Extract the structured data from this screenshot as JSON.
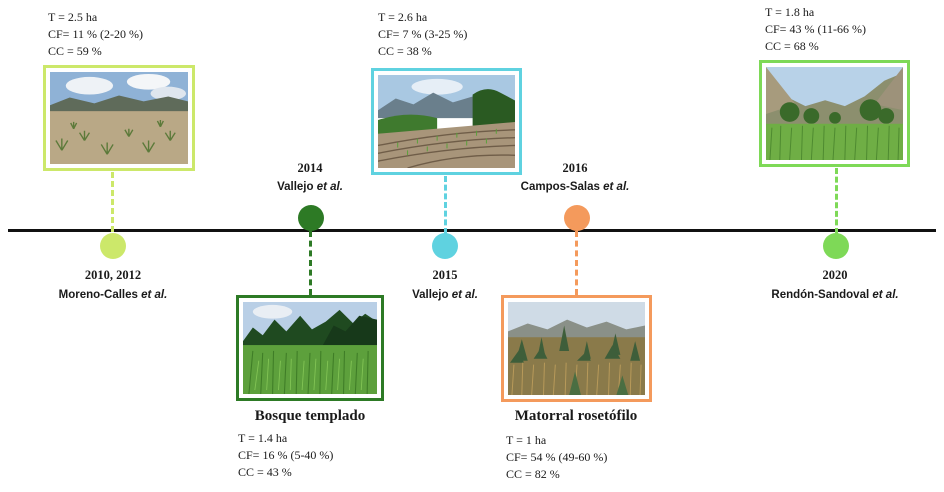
{
  "colors": {
    "e2010": "#cce86a",
    "e2014": "#2d7a25",
    "e2015": "#5fd2e0",
    "e2016": "#f49a5c",
    "e2020": "#7ed957",
    "line": "#111111"
  },
  "events": [
    {
      "id": "e2010",
      "year": "2010, 2012",
      "author": "Moreno-Calles",
      "etal": "et al.",
      "stats": [
        "T = 2.5 ha",
        "CF= 11 % (2-20 %)",
        "CC = 59 %"
      ],
      "photo_icon": "agave-field-photo"
    },
    {
      "id": "e2014",
      "year": "2014",
      "author": "Vallejo",
      "etal": "et al.",
      "vegetation": "Bosque templado",
      "stats": [
        "T = 1.4 ha",
        "CF= 16 % (5-40 %)",
        "CC = 43 %"
      ],
      "photo_icon": "maize-forest-photo"
    },
    {
      "id": "e2015",
      "year": "2015",
      "author": "Vallejo",
      "etal": "et al.",
      "stats": [
        "T = 2.6 ha",
        "CF= 7 % (3-25 %)",
        "CC = 38 %"
      ],
      "photo_icon": "furrowed-field-photo"
    },
    {
      "id": "e2016",
      "year": "2016",
      "author": "Campos-Salas",
      "etal": "et al.",
      "vegetation": "Matorral rosetófilo",
      "stats": [
        "T = 1 ha",
        "CF= 54 % (49-60 %)",
        "CC = 82 %"
      ],
      "photo_icon": "rosette-scrub-photo"
    },
    {
      "id": "e2020",
      "year": "2020",
      "author": "Rendón-Sandoval",
      "etal": "et al.",
      "stats": [
        "T = 1.8 ha",
        "CF= 43 % (11-66 %)",
        "CC = 68 %"
      ],
      "photo_icon": "hillside-crop-photo"
    }
  ]
}
